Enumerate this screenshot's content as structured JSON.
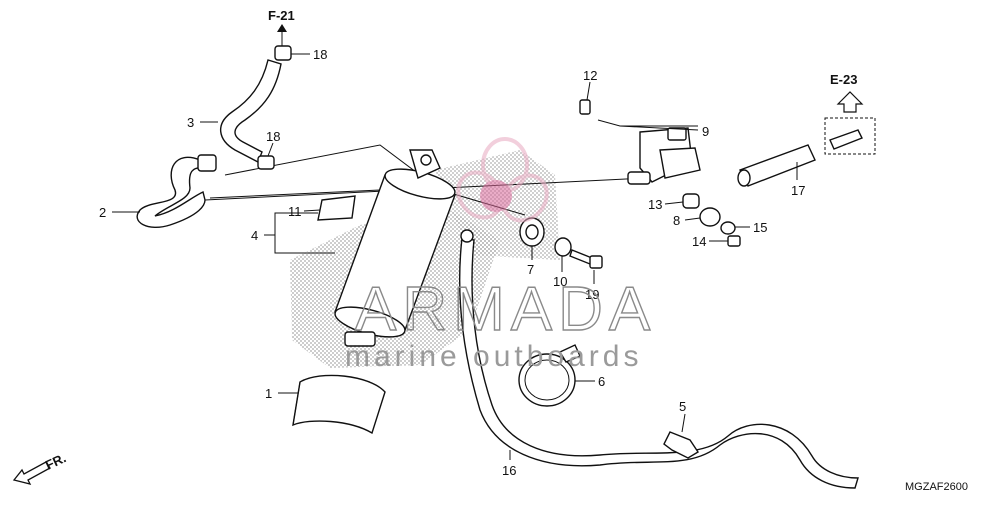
{
  "diagram": {
    "refs": {
      "top": "F-21",
      "right": "E-23"
    },
    "front_label": "FR.",
    "code": "MGZAF2600",
    "callouts": [
      "1",
      "2",
      "3",
      "4",
      "5",
      "6",
      "7",
      "8",
      "9",
      "10",
      "11",
      "12",
      "13",
      "14",
      "15",
      "16",
      "17",
      "18",
      "18",
      "19"
    ]
  },
  "watermark": {
    "brand": "ARMADA",
    "tagline": "marine outboards"
  }
}
